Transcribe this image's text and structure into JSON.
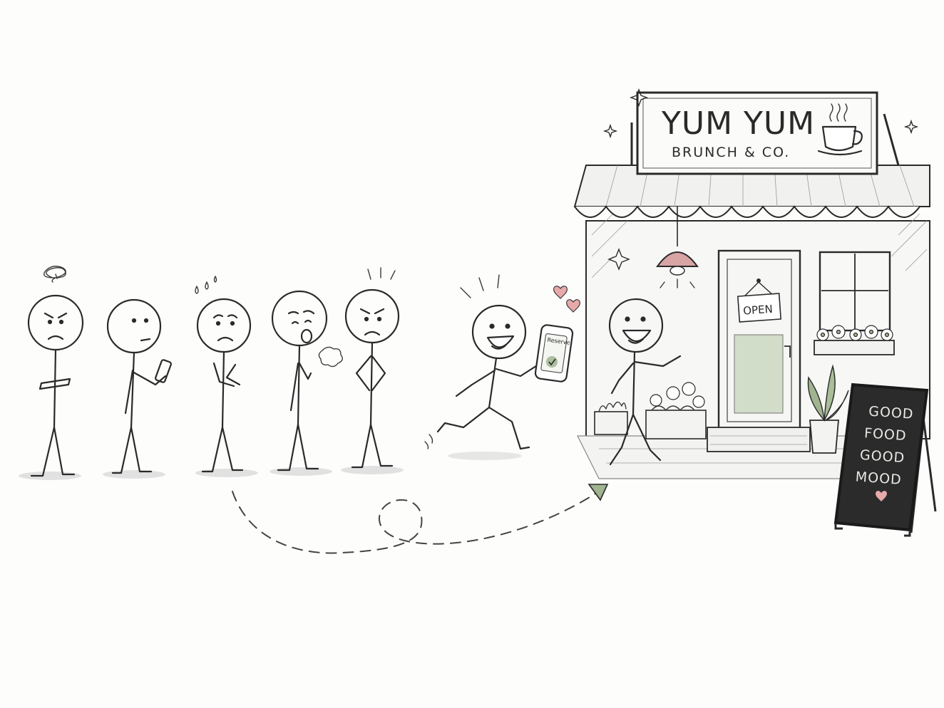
{
  "sign": {
    "title": "YUM YUM",
    "subtitle": "BRUNCH & CO."
  },
  "door_sign": {
    "label": "OPEN"
  },
  "phone": {
    "label": "Reserve"
  },
  "chalkboard": {
    "lines": [
      "GOOD",
      "FOOD",
      "GOOD",
      "MOOD"
    ]
  },
  "colors": {
    "ink": "#2a2a2a",
    "heart": "#e7a9a9",
    "accent_green": "#9fb48f",
    "lamp": "#d9a4a4",
    "chalkboard": "#2b2b2b"
  }
}
